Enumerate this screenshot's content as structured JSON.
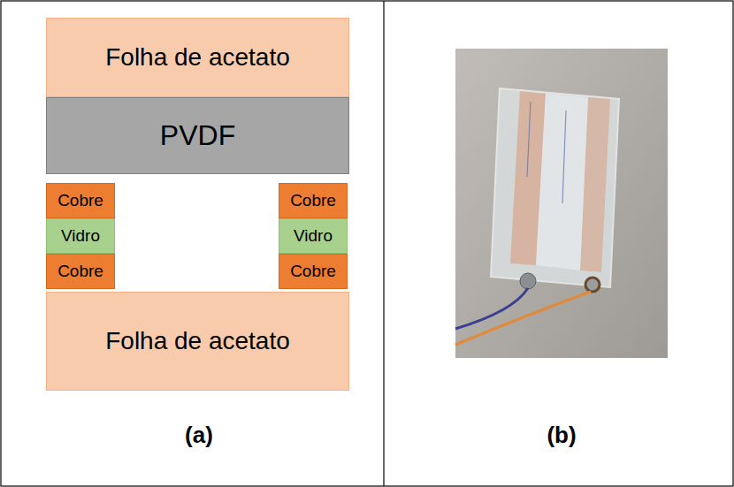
{
  "diagram": {
    "nodes": [
      {
        "text": [
          "Folha de acetato"
        ]
      },
      {
        "text": [
          "PVDF"
        ]
      },
      {
        "text": [
          "Cobre"
        ]
      },
      {
        "text": [
          "Cobre"
        ]
      },
      {
        "text": [
          "Vidro"
        ]
      },
      {
        "text": [
          "Vidro"
        ]
      },
      {
        "text": [
          "Cobre"
        ]
      },
      {
        "text": [
          "Cobre"
        ]
      },
      {
        "text": [
          "Folha de acetato"
        ]
      }
    ],
    "labels": [
      "(a)",
      "(b)"
    ]
  }
}
